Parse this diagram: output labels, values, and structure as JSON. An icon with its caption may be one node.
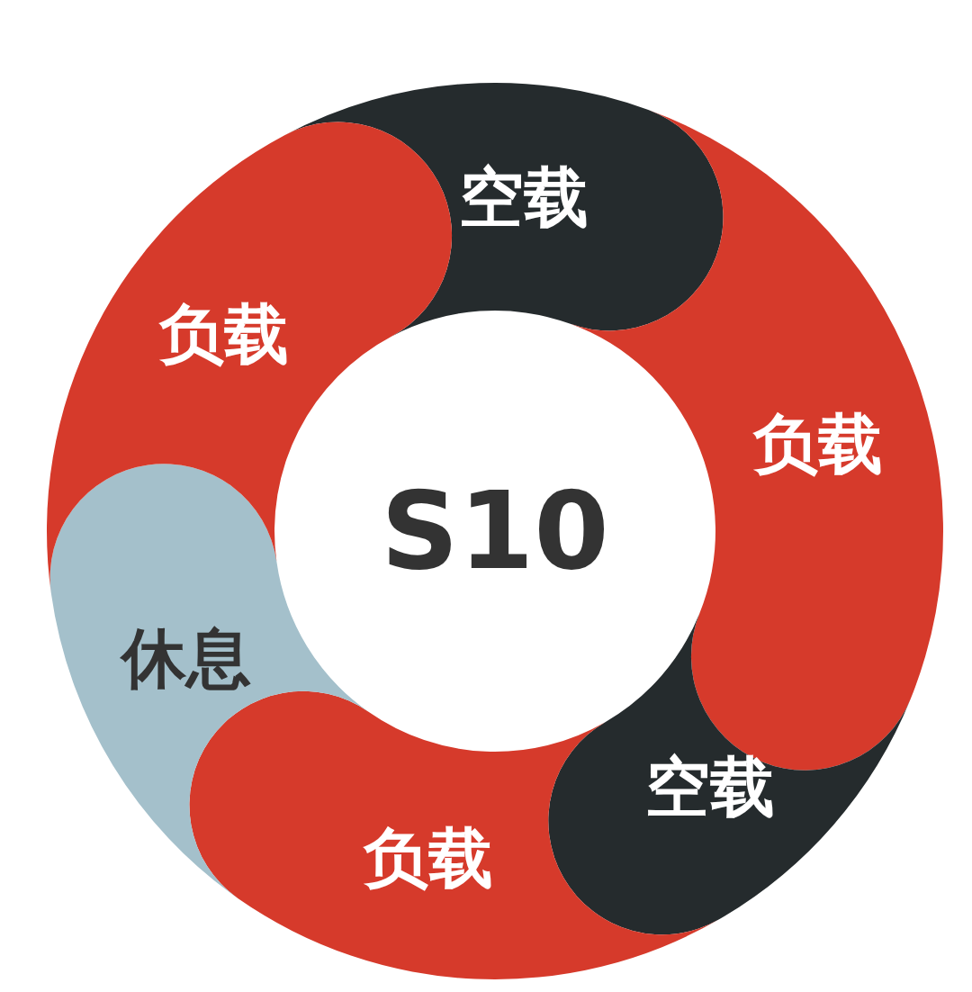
{
  "diagram": {
    "nodes": [
      {
        "text": [
          "空载"
        ]
      },
      {
        "text": [
          "负载"
        ]
      },
      {
        "text": [
          "负载"
        ]
      },
      {
        "text": [
          "S10"
        ]
      },
      {
        "text": [
          "空载"
        ]
      },
      {
        "text": [
          "休息"
        ]
      },
      {
        "text": [
          "负载"
        ]
      }
    ]
  }
}
